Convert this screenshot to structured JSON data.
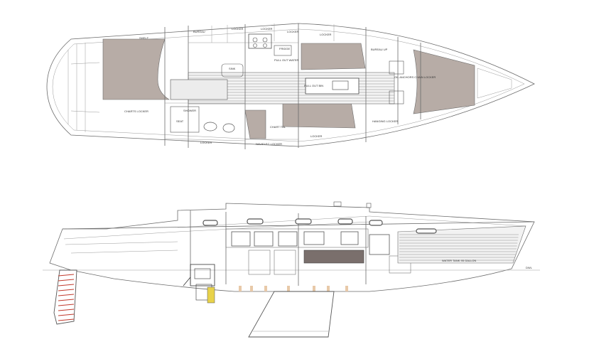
{
  "plan_labels": {
    "bureau": "BUREAU",
    "locker_top1": "LOCKER",
    "locker_top2": "LOCKER",
    "locker_top3": "LOCKER",
    "shelf": "SHELF",
    "fridge": "FRIDGE",
    "pull_out_water": "PULL OUT WATER",
    "bureau_up": "BUREAU UP",
    "sink": "SINK",
    "pull_out_bin": "PULL OUT BIN",
    "oil_anchor": "OIL ANCHORS CHAIN LOCKER",
    "charts_locker": "CHARTS LOCKER",
    "shower": "SHOWER",
    "seat": "SEAT",
    "chart_tbl": "CHART TBL",
    "locker_bottom1": "LOCKER",
    "navelec_locker": "NAV/ELEC LOCKER",
    "locker_bottom2": "LOCKER",
    "hanging_locker": "HANGING LOCKER"
  },
  "profile_labels": {
    "water_tank": "WATER TANK 95 GALLON",
    "waterline": "DWL"
  },
  "colors": {
    "cabin_fill": "#b7aca6",
    "line": "#6b6b6b",
    "rudder_mark": "#c0392b",
    "floor_mark": "#e8c9a8"
  }
}
